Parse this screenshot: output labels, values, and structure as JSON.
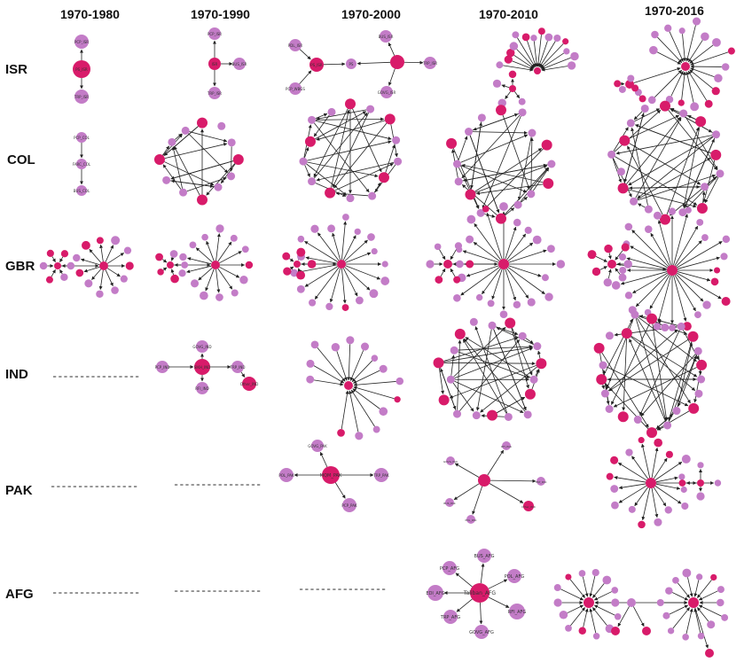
{
  "periods": [
    "1970-1980",
    "1970-1990",
    "1970-2000",
    "1970-2010",
    "1970-2016"
  ],
  "countries": [
    "ISR",
    "COL",
    "GBR",
    "IND",
    "PAK",
    "AFG"
  ],
  "no_data_marker": "----------------",
  "colors": {
    "node_light": "#c37cc7",
    "node_dark": "#d81b6a",
    "edge": "#222222"
  },
  "graphs": [
    {
      "country": "ISR",
      "period": "1970-1980",
      "nodes": [
        {
          "label": "PCP_ISR",
          "size": 8,
          "dark": false
        },
        {
          "label": "PS_ISR",
          "size": 10,
          "dark": true
        },
        {
          "label": "TRP_ISR",
          "size": 8,
          "dark": false
        }
      ]
    },
    {
      "country": "ISR",
      "period": "1970-1990",
      "nodes": [
        {
          "label": "PCP_ISR",
          "size": 7,
          "dark": false
        },
        {
          "label": "ISR",
          "size": 7,
          "dark": true
        },
        {
          "label": "BUS_ISR",
          "size": 7,
          "dark": false
        },
        {
          "label": "TRP_ISR",
          "size": 7,
          "dark": false
        }
      ]
    },
    {
      "country": "ISR",
      "period": "1970-2000",
      "nodes": [
        {
          "label": "PDL_ISR",
          "size": 7,
          "dark": false
        },
        {
          "label": "PS_ISR",
          "size": 8,
          "dark": true
        },
        {
          "label": "PCP_WBGS",
          "size": 7,
          "dark": false
        },
        {
          "label": "PS",
          "size": 6,
          "dark": false
        },
        {
          "label": "BUS_ISR",
          "size": 7,
          "dark": false
        },
        {
          "label": "",
          "size": 8,
          "dark": true
        },
        {
          "label": "TRP_ISR",
          "size": 7,
          "dark": false
        },
        {
          "label": "GOVG_ISR",
          "size": 7,
          "dark": false
        }
      ]
    },
    {
      "country": "COL",
      "period": "1970-1980",
      "nodes": [
        {
          "label": "PCP_COL",
          "size": 6,
          "dark": false
        },
        {
          "label": "FARC_COL",
          "size": 6,
          "dark": false
        },
        {
          "label": "BUS_COL",
          "size": 6,
          "dark": false
        }
      ]
    },
    {
      "country": "AFG",
      "period": "1970-2010",
      "nodes": [
        {
          "label": "BUS_AFG",
          "size": 8,
          "dark": false
        },
        {
          "label": "PCP_AFG",
          "size": 8,
          "dark": false
        },
        {
          "label": "POL_AFG",
          "size": 8,
          "dark": false
        },
        {
          "label": "EDI_AFG",
          "size": 9,
          "dark": false
        },
        {
          "label": "Taliban_AFG",
          "size": 11,
          "dark": true
        },
        {
          "label": "RFI_AFG",
          "size": 9,
          "dark": false
        },
        {
          "label": "TRP_AFG",
          "size": 8,
          "dark": false
        },
        {
          "label": "GOVG_AFG",
          "size": 8,
          "dark": false
        }
      ]
    },
    {
      "country": "IND",
      "period": "1970-1990",
      "nodes": [
        {
          "label": "GOVG_IND",
          "size": 7,
          "dark": false
        },
        {
          "label": "PCP_IND",
          "size": 7,
          "dark": false
        },
        {
          "label": "SIKH_IND",
          "size": 9,
          "dark": true
        },
        {
          "label": "TRP_IND",
          "size": 7,
          "dark": false
        },
        {
          "label": "RFI_IND",
          "size": 7,
          "dark": false
        },
        {
          "label": "Other_IND",
          "size": 8,
          "dark": true
        }
      ]
    },
    {
      "country": "PAK",
      "period": "1970-2000",
      "nodes": [
        {
          "label": "GOVG_PAK",
          "size": 7,
          "dark": false
        },
        {
          "label": "POL_PAK",
          "size": 8,
          "dark": false
        },
        {
          "label": "MQM_PAK",
          "size": 10,
          "dark": true
        },
        {
          "label": "TRP_PAK",
          "size": 8,
          "dark": false
        },
        {
          "label": "PCP_PAK",
          "size": 8,
          "dark": false
        }
      ]
    },
    {
      "country": "PAK",
      "period": "1970-2010",
      "nodes": [
        {
          "label": "RFI_PAK",
          "size": 5,
          "dark": false
        },
        {
          "label": "GOVG_PAK",
          "size": 5,
          "dark": false
        },
        {
          "label": "TRP_PAK",
          "size": 5,
          "dark": false
        },
        {
          "label": "",
          "size": 7,
          "dark": true
        },
        {
          "label": "BUS_PAK",
          "size": 5,
          "dark": false
        },
        {
          "label": "POL_PAK",
          "size": 5,
          "dark": false
        },
        {
          "label": "Other_PAK",
          "size": 6,
          "dark": true
        }
      ]
    }
  ]
}
